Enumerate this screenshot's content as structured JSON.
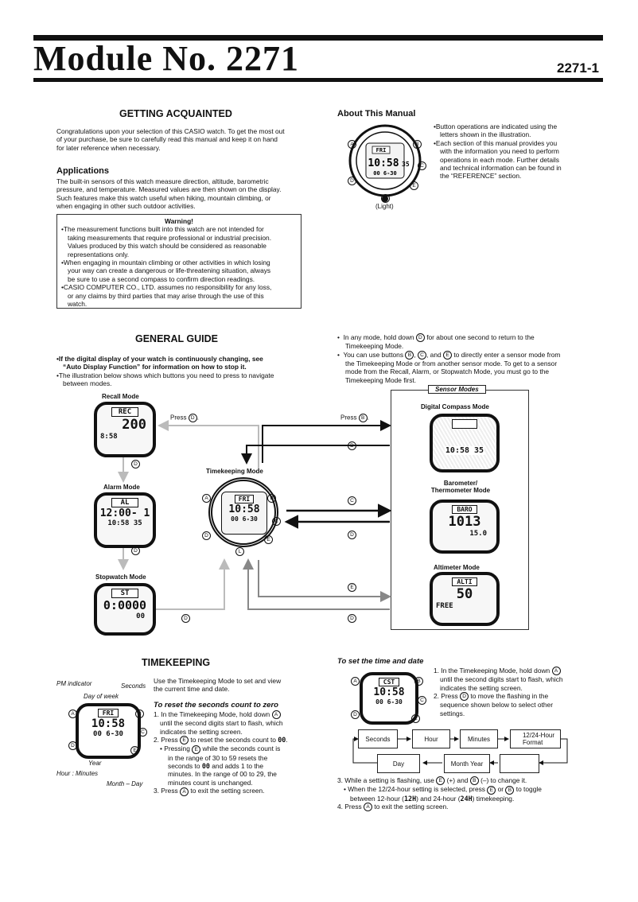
{
  "header": {
    "module_title": "Module No. 2271",
    "page_number": "2271-1"
  },
  "getting_acquainted": {
    "heading": "GETTING ACQUAINTED",
    "intro_lines": [
      "Congratulations upon your selection of this CASIO watch. To get the most out",
      "of your purchase, be sure to carefully read this manual and keep it on hand",
      "for later reference when necessary."
    ],
    "applications_heading": "Applications",
    "applications_lines": [
      "The built-in sensors of this watch measure direction, altitude, barometric",
      "pressure, and temperature. Measured values are then shown on the display.",
      "Such features make this watch useful when hiking, mountain climbing, or",
      "when engaging in other such outdoor activities."
    ],
    "warning_title": "Warning!",
    "warning_items": [
      [
        "•The measurement functions built into this watch are not intended for",
        "taking measurements that require professional or industrial precision.",
        "Values produced by this watch should be considered as reasonable",
        "representations only."
      ],
      [
        "•When engaging in mountain climbing or other activities in which losing",
        "your way can create a dangerous or life-threatening situation, always",
        "be sure to use a second compass to confirm direction readings."
      ],
      [
        "•CASIO COMPUTER CO., LTD. assumes no responsibility for any loss,",
        "or any claims by third parties that may arise through the use of this",
        "watch."
      ]
    ]
  },
  "about_manual": {
    "heading": "About This Manual",
    "bullets": [
      [
        "•Button operations are indicated using the",
        "letters shown in the illustration."
      ],
      [
        "•Each section of this manual provides you",
        "with the information you need to perform",
        "operations in each mode. Further details",
        "and technical information can be found in",
        "the “REFERENCE” section."
      ]
    ],
    "light_label": "(Light)"
  },
  "general_guide": {
    "heading": "GENERAL GUIDE",
    "note1_line1": "•If the digital display of your watch is continuously changing, see",
    "note1_line2": "“Auto Display Function” for information on how to stop it.",
    "note2_line1": "•The illustration below shows which buttons you need to press to navigate",
    "note2_line2": "between modes.",
    "right1_a": "In any mode, hold down",
    "right1_b": "for about one second to return to the",
    "right1_c": "Timekeeping Mode.",
    "right2_a": "You can use buttons",
    "right2_b": ", and",
    "right2_c": "to directly enter a sensor mode from",
    "right2_lines": [
      "the Timekeeping Mode or from another sensor mode. To get to a sensor",
      "mode from the Recall, Alarm, or Stopwatch Mode, you must go to the",
      "Timekeeping Mode first."
    ],
    "sensor_modes_label": "Sensor Modes",
    "modes": {
      "recall": "Recall Mode",
      "alarm": "Alarm Mode",
      "stopwatch": "Stopwatch Mode",
      "timekeeping": "Timekeeping Mode",
      "compass": "Digital Compass Mode",
      "barometer_1": "Barometer/",
      "barometer_2": "Thermometer Mode",
      "altimeter": "Altimeter Mode"
    },
    "press_d": "Press",
    "press_b": "Press"
  },
  "timekeeping": {
    "heading": "TIMEKEEPING",
    "intro_lines": [
      "Use the Timekeeping Mode to set and view",
      "the current time and date."
    ],
    "labels": {
      "pm": "PM indicator",
      "seconds": "Seconds",
      "day_of_week": "Day of week",
      "year": "Year",
      "hour_min": "Hour : Minutes",
      "month_day": "Month – Day"
    },
    "reset_heading": "To reset the seconds count to zero",
    "reset_steps": {
      "s1a": "1. In the Timekeeping Mode, hold down",
      "s1b": "until the second digits start to flash, which",
      "s1c": "indicates the setting screen.",
      "s2a": "2. Press",
      "s2b": "to reset the seconds count to",
      "s2c": "Pressing",
      "s2d": "while the seconds count is",
      "s2e": "in the range of 30 to 59 resets the",
      "s2f": "seconds to",
      "s2g": "and adds 1 to the",
      "s2h": "minutes. In the range of 00 to 29, the",
      "s2i": "minutes count is unchanged.",
      "s3a": "3. Press",
      "s3b": "to exit the setting screen."
    }
  },
  "set_time": {
    "heading": "To set the time and date",
    "s1a": "1. In the Timekeeping Mode, hold down",
    "s1b": "until the second digits start to flash, which",
    "s1c": "indicates the setting screen.",
    "s2a": "2. Press",
    "s2b": "to move the flashing in the",
    "s2c": "sequence shown below to select other",
    "s2d": "settings.",
    "flow": {
      "seconds": "Seconds",
      "hour": "Hour",
      "minutes": "Minutes",
      "fmt1": "12/24-Hour",
      "fmt2": "Format",
      "day": "Day",
      "monthyear": "Month Year"
    },
    "s3a": "3.  While a setting is flashing, use",
    "s3b": "(+) and",
    "s3c": "(–) to change it.",
    "s3d": "When the 12/24-hour setting is selected, press",
    "s3e": "or",
    "s3f": "to toggle",
    "s3g": "between 12-hour (",
    "s3h": ") and 24-hour (",
    "s3i": ") timekeeping.",
    "s4a": "4. Press",
    "s4b": "to exit the setting screen."
  },
  "buttons": {
    "a": "A",
    "b": "B",
    "c": "C",
    "d": "D",
    "e": "E",
    "l": "L"
  },
  "lcd": {
    "fri": "FRI",
    "time": "10:58",
    "secs": "35",
    "small": "00  6-30",
    "rec": "REC",
    "rec_val": "200",
    "rec_time": "8:58",
    "al": "AL",
    "al_val": "12:00- 1",
    "al_time": "10:58 35",
    "st": "ST",
    "st_val": "0:0000",
    "st_sub": "00",
    "bar": "BARO",
    "bar_val": "1013",
    "bar_sub": "15.0",
    "alti": "ALTI",
    "alti_val": "50",
    "alti_sub": "FREE",
    "cst": "CST",
    "cmp_time": "10:58 35",
    "zero": "00",
    "h12": "12H",
    "h24": "24H"
  }
}
